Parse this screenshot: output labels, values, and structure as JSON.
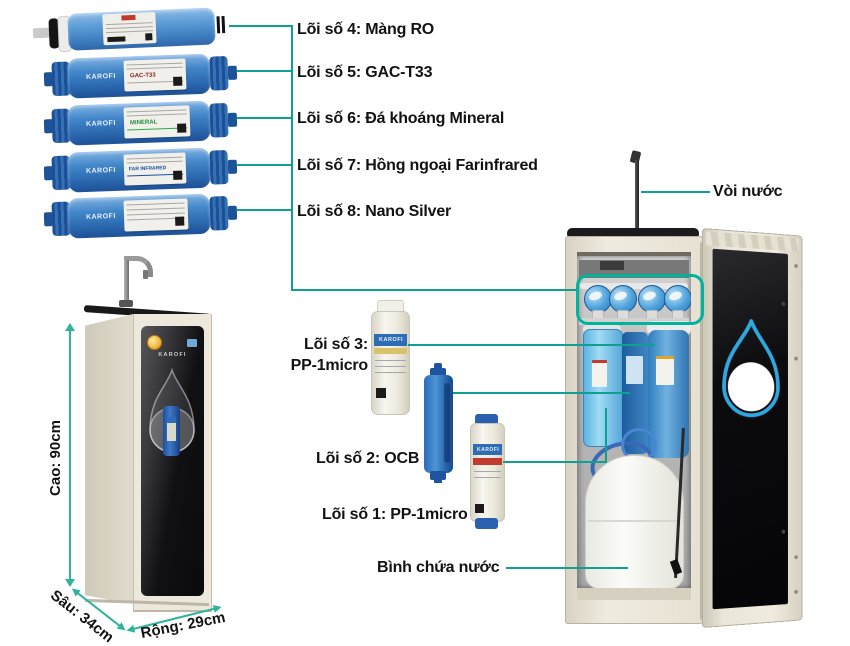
{
  "colors": {
    "callout": "#10a090",
    "highlight": "#00b39c",
    "dimension": "#2fb39b",
    "drop_blue": "#2ea8e0"
  },
  "brand": "KAROFI",
  "callouts_top": [
    "Lõi số 4: Màng RO",
    "Lõi số 5: GAC-T33",
    "Lõi số 6: Đá khoáng Mineral",
    "Lõi số 7: Hồng ngoại Farinfrared",
    "Lõi số 8: Nano Silver"
  ],
  "callouts_mid": {
    "filter3_line1": "Lõi số 3:",
    "filter3_line2": "PP-1micro",
    "filter2": "Lõi số 2: OCB",
    "filter1": "Lõi số 1: PP-1micro",
    "tank": "Bình chứa nước",
    "faucet": "Vòi nước"
  },
  "dimensions": {
    "height": "Cao: 90cm",
    "depth": "Sâu: 34cm",
    "width": "Rộng: 29cm"
  },
  "filter_labels": {
    "gac": "GAC-T33",
    "mineral": "MINERAL",
    "far_infrared": "FAR INFRARED"
  }
}
